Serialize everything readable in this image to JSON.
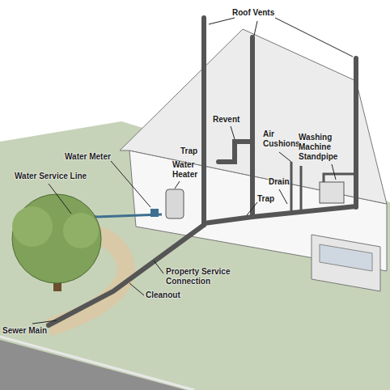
{
  "diagram": {
    "labels": [
      "Roof Vents",
      "Revent",
      "Air Cushions",
      "Washing Machine Standpipe",
      "Trap",
      "Water Heater",
      "Water Meter",
      "Water Service Line",
      "Drain",
      "Trap",
      "Property Service Connection",
      "Cleanout",
      "Sewer Main"
    ]
  }
}
